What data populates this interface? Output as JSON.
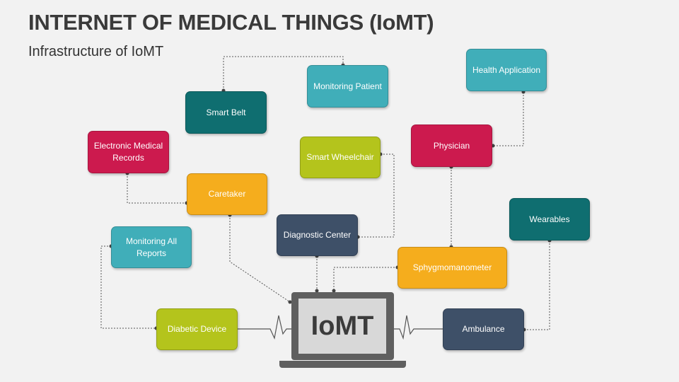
{
  "header": {
    "title": "INTERNET OF MEDICAL THINGS (IoMT)",
    "subtitle": "Infrastructure of IoMT"
  },
  "center": {
    "label": "IoMT"
  },
  "nodes": {
    "monitoring_patient": "Monitoring Patient",
    "health_application": "Health Application",
    "smart_belt": "Smart Belt",
    "electronic_medical_records": "Electronic Medical Records",
    "smart_wheelchair": "Smart Wheelchair",
    "physician": "Physician",
    "caretaker": "Caretaker",
    "wearables": "Wearables",
    "monitoring_all_reports": "Monitoring All Reports",
    "diagnostic_center": "Diagnostic Center",
    "sphygmomanometer": "Sphygmomanometer",
    "diabetic_device": "Diabetic Device",
    "ambulance": "Ambulance"
  },
  "colors": {
    "teal_light": "#40aeb9",
    "teal_dark": "#0f6e70",
    "red": "#cc1a4e",
    "orange": "#f5ad1d",
    "olive": "#b4c41c",
    "navy": "#3e5068",
    "background": "#f2f2f2"
  }
}
